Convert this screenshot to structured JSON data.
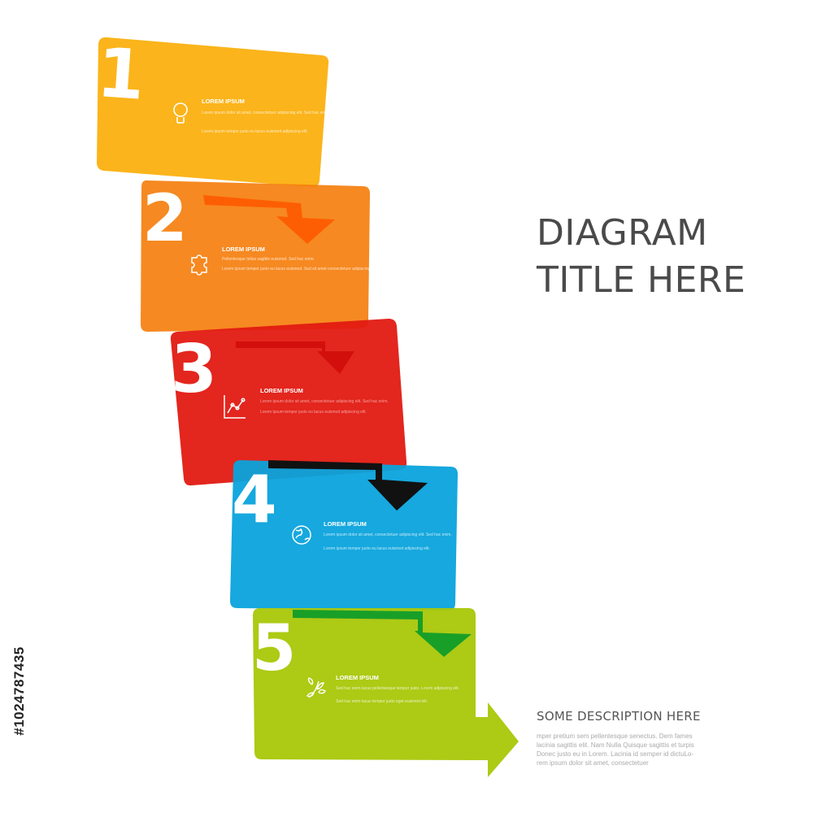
{
  "title": {
    "line1": "DIAGRAM",
    "line2": "TITLE HERE"
  },
  "description": {
    "heading": "SOME DESCRIPTION HERE",
    "lines": [
      "mper pretium sem pellentesque senectus. Dem fames",
      "lacinia sagittis elit. Nam Nulla Quisque sagittis et turpis",
      "Donec justo eu in Lorem. Lacinia id semper id dictuLo-",
      "rem ipsum dolor sit amet, consectetuer"
    ]
  },
  "stock_id": "#1024787435",
  "steps": [
    {
      "number": "1",
      "heading": "LOREM IPSUM",
      "icon": "lightbulb-icon",
      "color": "#fbb00f",
      "text1": "Lorem ipsum dolor sit amet, consectetuer adipiscing elit. Sed hac enim.",
      "text2": "Lorem ipsum tempor justo eu lacus euismod adipiscing elit."
    },
    {
      "number": "2",
      "heading": "LOREM IPSUM",
      "icon": "puzzle-icon",
      "color": "#f57f0e",
      "text1": "Pellentesque tellus sagittis euismod. Sed hac enim.",
      "text2": "Lorem ipsum tempor justo eu lacus euismod. Sed sit amet consectetuer adipiscing elit."
    },
    {
      "number": "3",
      "heading": "LOREM IPSUM",
      "icon": "chart-icon",
      "color": "#e21a12",
      "text1": "Lorem ipsum dolor sit amet, consectetuer adipiscing elit. Sed hac enim.",
      "text2": "Lorem ipsum tempor justo eu lacus euismod adipiscing elit."
    },
    {
      "number": "4",
      "heading": "LOREM IPSUM",
      "icon": "globe-icon",
      "color": "#0aa3dc",
      "text1": "Lorem ipsum dolor sit amet, consectetuer adipiscing elit. Sed hac enim.",
      "text2": "Lorem ipsum tempor justo eu lacus euismod adipiscing elit."
    },
    {
      "number": "5",
      "heading": "LOREM IPSUM",
      "icon": "leaves-icon",
      "color": "#a9c708",
      "text1": "Sed hac enim lacus pellentesque tempor justo. Lorem adipiscing elit.",
      "text2": "Sed hac enim lacus tempor justo eget euismod elit."
    }
  ]
}
